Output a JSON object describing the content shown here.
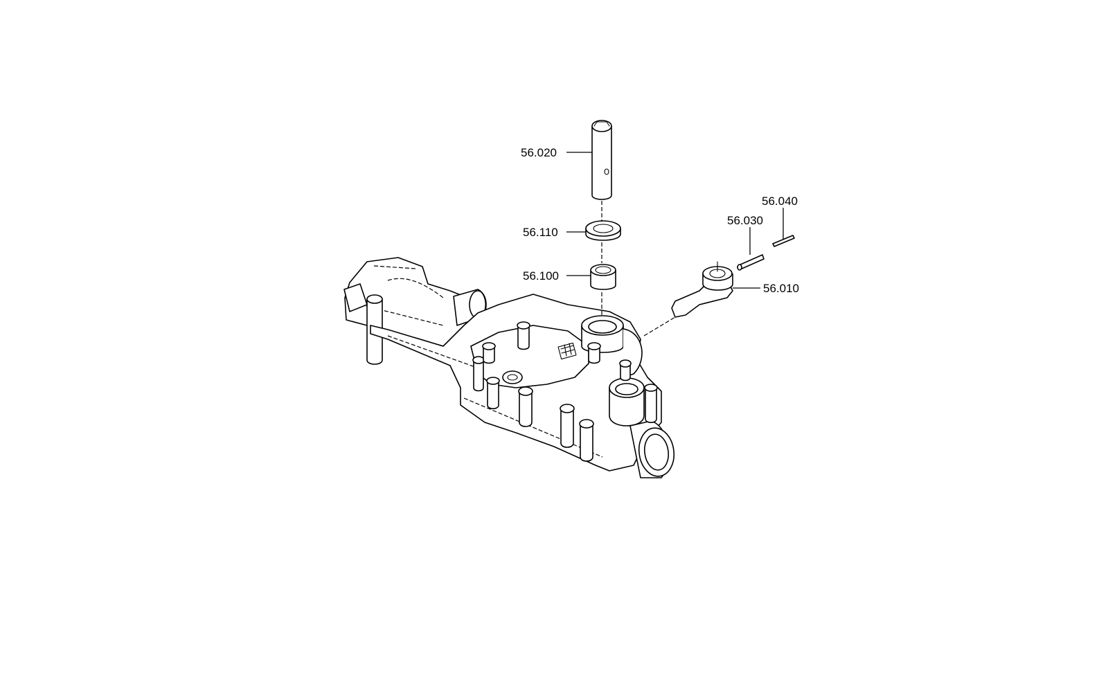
{
  "parts": [
    {
      "id": "shaft",
      "label": "56.020"
    },
    {
      "id": "seal-ring",
      "label": "56.110"
    },
    {
      "id": "needle-bearing",
      "label": "56.100"
    },
    {
      "id": "lever",
      "label": "56.010"
    },
    {
      "id": "pin",
      "label": "56.030"
    },
    {
      "id": "roll-pin",
      "label": "56.040"
    }
  ],
  "colors": {
    "ink": "#000000",
    "background": "#ffffff"
  }
}
